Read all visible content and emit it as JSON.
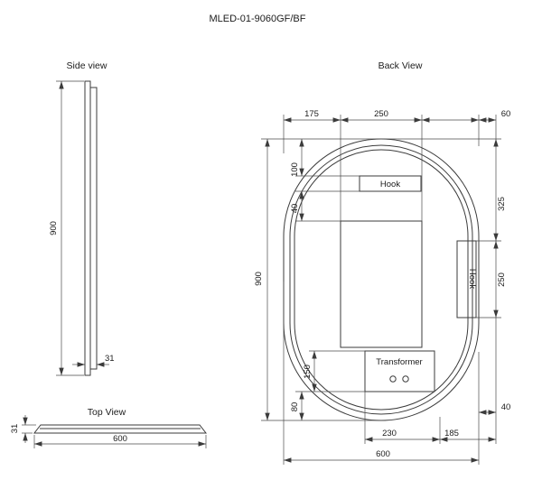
{
  "title": "MLED-01-9060GF/BF",
  "side_view": {
    "label": "Side view",
    "dim_height": "900",
    "dim_thickness": "31"
  },
  "top_view": {
    "label": "Top View",
    "dim_width": "600",
    "dim_thickness": "31"
  },
  "back_view": {
    "label": "Back View",
    "hook_top_label": "Hook",
    "hook_right_label": "Hook",
    "transformer_label": "Transformer",
    "dims": {
      "top_left": "175",
      "top_center": "250",
      "top_right": "60",
      "left_upper": "100",
      "left_hook_gap": "40",
      "left_height": "900",
      "left_transformer": "150",
      "left_bottom": "80",
      "right_upper": "325",
      "right_hook": "250",
      "right_bottom": "40",
      "bottom_left": "230",
      "bottom_right": "185",
      "bottom_width": "600"
    }
  }
}
